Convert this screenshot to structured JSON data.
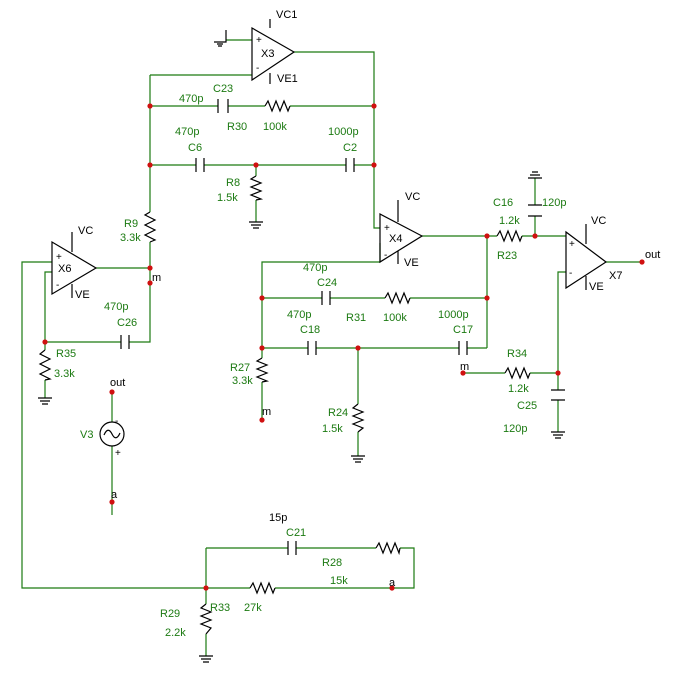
{
  "opamps": {
    "x3": {
      "name": "X3",
      "vcc": "VC1",
      "vee": "VE1",
      "plus": "+",
      "minus": "-"
    },
    "x4": {
      "name": "X4",
      "vcc": "VC",
      "vee": "VE",
      "plus": "+",
      "minus": "-"
    },
    "x6": {
      "name": "X6",
      "vcc": "VC",
      "vee": "VE",
      "plus": "+",
      "minus": "-"
    },
    "x7": {
      "name": "X7",
      "vcc": "VC",
      "vee": "VE",
      "plus": "+",
      "minus": "-"
    }
  },
  "parts": {
    "c23": {
      "name": "C23",
      "value": "470p"
    },
    "r30": {
      "name": "R30",
      "value": "100k"
    },
    "c6": {
      "name": "C6",
      "value": "470p"
    },
    "c2": {
      "name": "C2",
      "value": "1000p"
    },
    "r8": {
      "name": "R8",
      "value": "1.5k"
    },
    "r9": {
      "name": "R9",
      "value": "3.3k"
    },
    "c16": {
      "name": "C16",
      "value": "120p"
    },
    "r23": {
      "name": "R23",
      "value": "1.2k"
    },
    "c24": {
      "name": "C24",
      "value": "470p"
    },
    "r31": {
      "name": "R31",
      "value": "100k"
    },
    "c18": {
      "name": "C18",
      "value": "470p"
    },
    "c17": {
      "name": "C17",
      "value": "1000p"
    },
    "c26": {
      "name": "C26",
      "value": "470p"
    },
    "r35": {
      "name": "R35",
      "value": "3.3k"
    },
    "r27": {
      "name": "R27",
      "value": "3.3k"
    },
    "r24": {
      "name": "R24",
      "value": "1.5k"
    },
    "r34": {
      "name": "R34",
      "value": "1.2k"
    },
    "c25": {
      "name": "C25",
      "value": "120p"
    },
    "c21": {
      "name": "C21",
      "value": "15p"
    },
    "r28": {
      "name": "R28",
      "value": "15k"
    },
    "r33": {
      "name": "R33",
      "value": "27k"
    },
    "r29": {
      "name": "R29",
      "value": "2.2k"
    }
  },
  "source": {
    "name": "V3",
    "plus": "+",
    "minus": "-"
  },
  "nets": {
    "out": "out",
    "m": "m",
    "a": "a"
  }
}
